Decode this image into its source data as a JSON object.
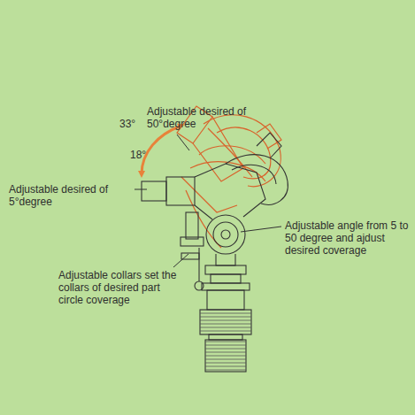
{
  "diagram": {
    "labels": [
      "Adjustable desired of 50°degree",
      "33°",
      "18°",
      "Adjustable desired of 5°degree",
      "Adjustable angle from 5 to 50 degree and ajdust desired coverage",
      "Adjustable collars set the collars of desired part circle coverage"
    ]
  }
}
